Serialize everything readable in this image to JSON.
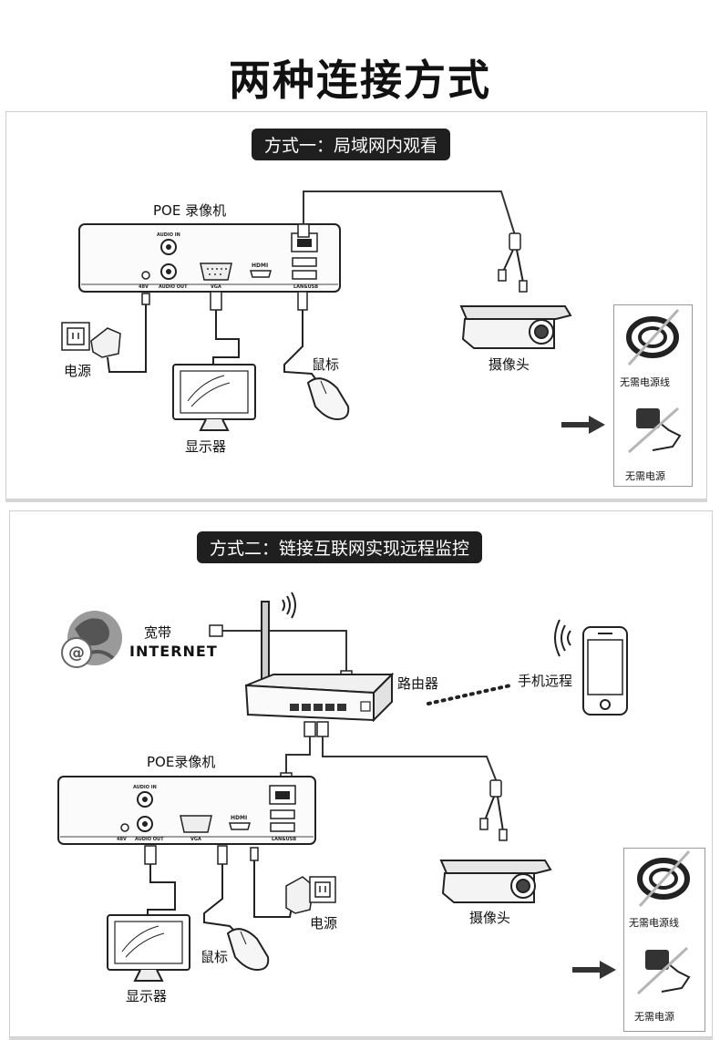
{
  "title": "两种连接方式",
  "method1": {
    "heading": "方式一：局域网内观看",
    "nvr_label": "POE 录像机",
    "power_label": "电源",
    "monitor_label": "显示器",
    "mouse_label": "鼠标",
    "camera_label": "摄像头",
    "no_cable_label": "无需电源线",
    "no_power_label": "无需电源"
  },
  "method2": {
    "heading": "方式二：链接互联网实现远程监控",
    "broadband_label": "宽带",
    "internet_text": "INTERNET",
    "router_label": "路由器",
    "phone_label": "手机远程",
    "nvr_label": "POE录像机",
    "power_label": "电源",
    "mouse_label": "鼠标",
    "monitor_label": "显示器",
    "camera_label": "摄像头",
    "no_cable_label": "无需电源线",
    "no_power_label": "无需电源"
  },
  "nvr_ports": {
    "audio_in": "AUDIO IN",
    "audio_out": "AUDIO OUT",
    "dc": "48V",
    "vga": "VGA",
    "hdmi": "HDMI",
    "lan_usb": "LAN&USB"
  }
}
